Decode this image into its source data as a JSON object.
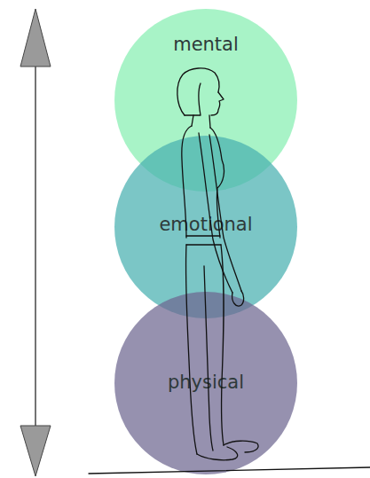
{
  "diagram": {
    "nodes": [
      {
        "text": [
          "mental"
        ]
      },
      {
        "text": [
          "emotional"
        ]
      },
      {
        "text": [
          "physical"
        ]
      }
    ]
  }
}
